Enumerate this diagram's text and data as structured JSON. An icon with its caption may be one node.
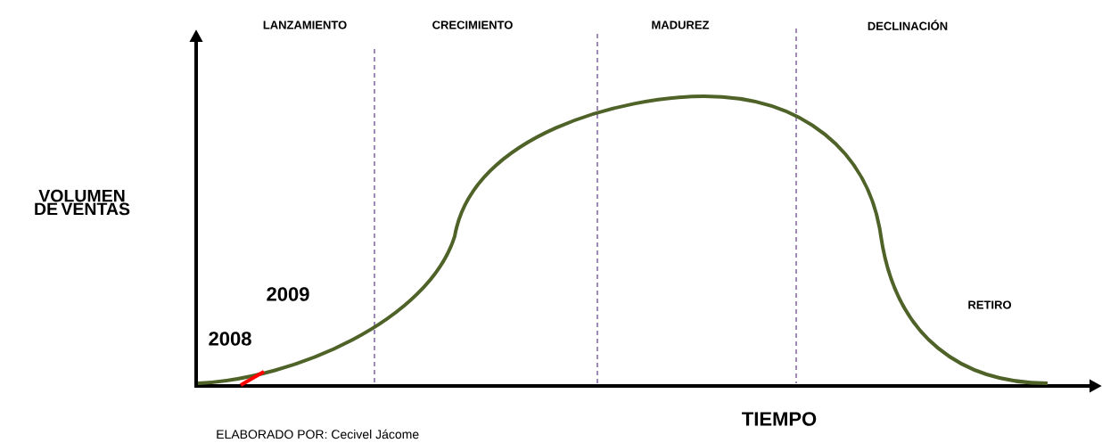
{
  "diagram": {
    "labels": [
      "LANZAMIENTO",
      "CRECIMIENTO",
      "MADUREZ",
      "DECLINACIÓN",
      "VOLUMEN DE VENTAS",
      "2009",
      "2008",
      "RETIRO",
      "TIEMPO",
      "ELABORADO POR: Cecivel Jácome"
    ]
  }
}
